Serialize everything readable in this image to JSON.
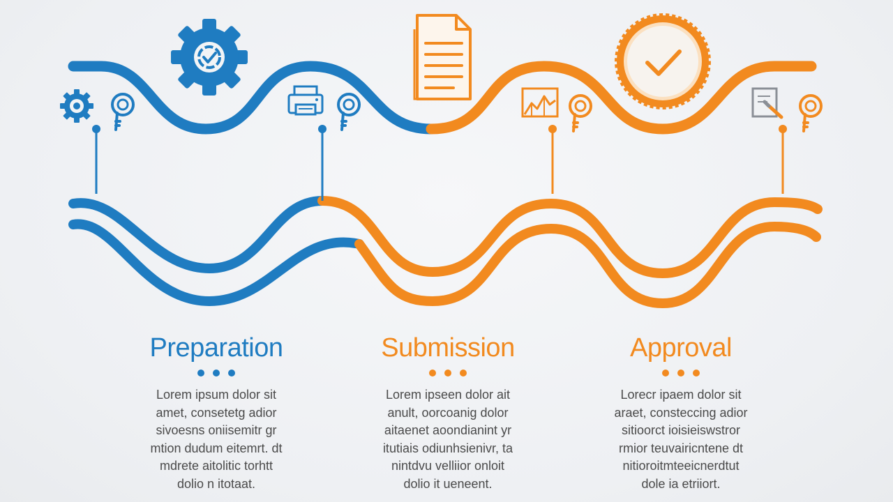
{
  "colors": {
    "blue": "#1f7cc1",
    "orange": "#f28a1f",
    "text": "#4a4a4a",
    "gray": "#8a8f96"
  },
  "icons": {
    "top": [
      "gear-check-icon",
      "document-icon",
      "approval-seal-check-icon"
    ],
    "markers": [
      [
        "small-gear-icon",
        "location-pin-icon"
      ],
      [
        "printer-icon",
        "location-pin-icon"
      ],
      [
        "chart-icon",
        "location-pin-icon"
      ],
      [
        "edit-document-icon",
        "location-pin-icon"
      ]
    ]
  },
  "steps": [
    {
      "title": "Preparation",
      "color": "#1f7cc1",
      "lines": [
        "Lorem ipsum dolor sit",
        "amet, consetetg adior",
        "sivoesns oniisemitr gr",
        "mtion dudum eitemrt. dt",
        "mdrete aitolitic torhtt",
        "dolio n itotaat."
      ]
    },
    {
      "title": "Submission",
      "color": "#f28a1f",
      "lines": [
        "Lorem ipseen dolor ait",
        "anult, oorcoanig dolor",
        "aitaenet aoondianint yr",
        "itutiais odiunhsienivr, ta",
        "nintdvu velliior onloit",
        "dolio it ueneent."
      ]
    },
    {
      "title": "Approval",
      "color": "#f28a1f",
      "lines": [
        "Lorecr ipaem dolor sit",
        "araet, consteccing adior",
        "sitioorct ioisieiswstror",
        "rmior teuvairicntene dt",
        "nitioroitmteeicnerdtut",
        "dole ia etriiort."
      ]
    }
  ]
}
